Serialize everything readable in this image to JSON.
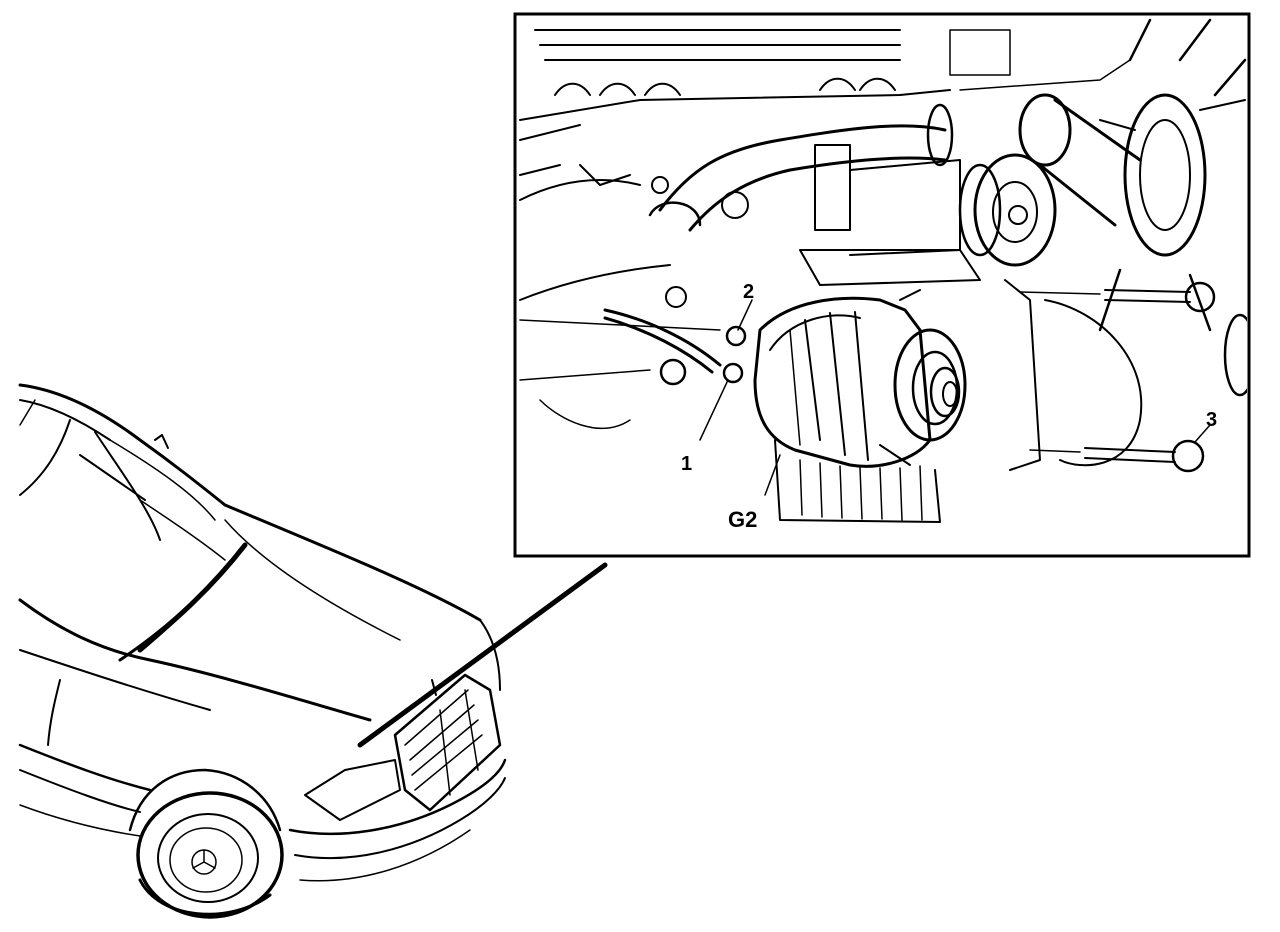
{
  "figure": {
    "callouts": {
      "c1": "1",
      "c2": "2",
      "c3": "3",
      "g2": "G2"
    }
  },
  "colors": {
    "ink": "#000000",
    "paper": "#ffffff"
  }
}
